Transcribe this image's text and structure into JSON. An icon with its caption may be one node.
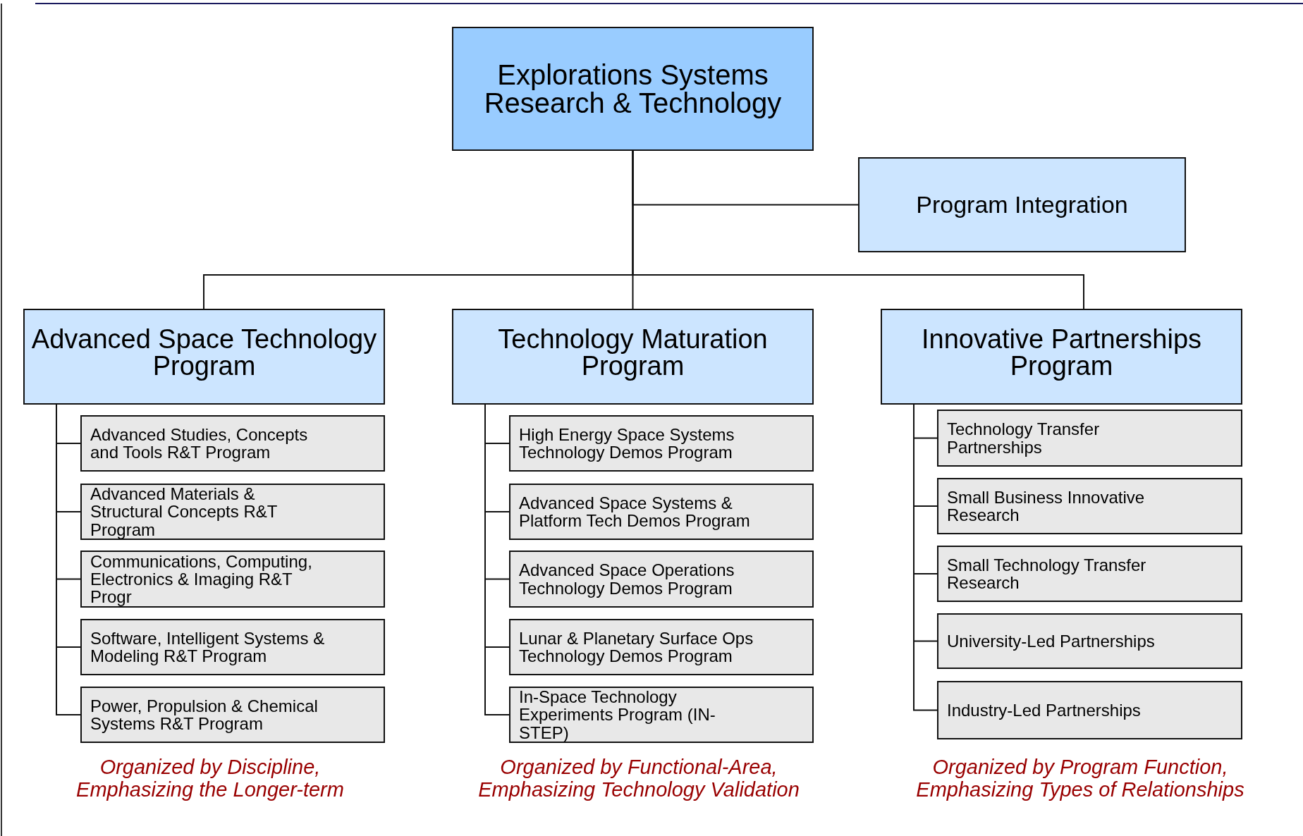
{
  "diagram": {
    "nodes": [
      {
        "text": [
          "Explorations Systems Research & Technology"
        ]
      },
      {
        "text": [
          "Program Integration"
        ]
      },
      {
        "text": [
          "Advanced Space Technology Program"
        ]
      },
      {
        "text": [
          "Advanced Studies, Concepts and Tools R&T Program"
        ]
      },
      {
        "text": [
          "Advanced Materials & Structural Concepts R&T Program"
        ]
      },
      {
        "text": [
          "Communications, Computing, Electronics & Imaging R&T Progr"
        ]
      },
      {
        "text": [
          "Software, Intelligent Systems & Modeling R&T Program"
        ]
      },
      {
        "text": [
          "Power, Propulsion & Chemical Systems R&T Program"
        ]
      },
      {
        "text": [
          "Technology Maturation Program"
        ]
      },
      {
        "text": [
          "High Energy Space Systems Technology Demos Program"
        ]
      },
      {
        "text": [
          "Advanced Space Systems & Platform Tech Demos Program"
        ]
      },
      {
        "text": [
          "Advanced Space Operations Technology Demos Program"
        ]
      },
      {
        "text": [
          "Lunar & Planetary Surface Ops Technology Demos Program"
        ]
      },
      {
        "text": [
          "In-Space Technology Experiments Program (IN-STEP)"
        ]
      },
      {
        "text": [
          "Innovative Partnerships Program"
        ]
      },
      {
        "text": [
          "Technology Transfer Partnerships"
        ]
      },
      {
        "text": [
          "Small Business Innovative Research"
        ]
      },
      {
        "text": [
          "Small Technology Transfer Research"
        ]
      },
      {
        "text": [
          "University-Led Partnerships"
        ]
      },
      {
        "text": [
          "Industry-Led Partnerships"
        ]
      }
    ],
    "edges": [
      {
        "from": 0,
        "to": 1,
        "arrow": "none"
      },
      {
        "from": 0,
        "to": 2,
        "arrow": "none"
      },
      {
        "from": 0,
        "to": 8,
        "arrow": "none"
      },
      {
        "from": 0,
        "to": 14,
        "arrow": "none"
      },
      {
        "from": 2,
        "to": 3,
        "arrow": "none"
      },
      {
        "from": 2,
        "to": 4,
        "arrow": "none"
      },
      {
        "from": 2,
        "to": 5,
        "arrow": "none"
      },
      {
        "from": 2,
        "to": 6,
        "arrow": "none"
      },
      {
        "from": 2,
        "to": 7,
        "arrow": "none"
      },
      {
        "from": 8,
        "to": 9,
        "arrow": "none"
      },
      {
        "from": 8,
        "to": 10,
        "arrow": "none"
      },
      {
        "from": 8,
        "to": 11,
        "arrow": "none"
      },
      {
        "from": 8,
        "to": 12,
        "arrow": "none"
      },
      {
        "from": 8,
        "to": 13,
        "arrow": "none"
      },
      {
        "from": 14,
        "to": 15,
        "arrow": "none"
      },
      {
        "from": 14,
        "to": 16,
        "arrow": "none"
      },
      {
        "from": 14,
        "to": 17,
        "arrow": "none"
      },
      {
        "from": 14,
        "to": 18,
        "arrow": "none"
      },
      {
        "from": 14,
        "to": 19,
        "arrow": "none"
      }
    ],
    "labels": [
      "Organized by Discipline, Emphasizing the Longer-term",
      "Organized by Functional-Area, Emphasizing Technology Validation",
      "Organized by Program Function, Emphasizing Types of Relationships"
    ]
  }
}
